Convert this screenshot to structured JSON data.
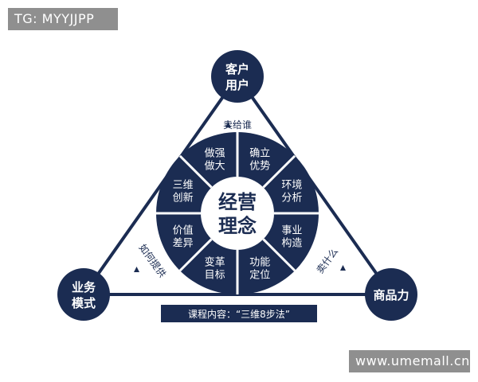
{
  "watermark_top": "TG: MYYJJPP",
  "watermark_bottom": "www.umemall.cn",
  "colors": {
    "navy": "#1b2c52",
    "white": "#ffffff"
  },
  "corners": {
    "top": [
      "客户",
      "用户"
    ],
    "left": [
      "业务",
      "模式"
    ],
    "right": [
      "商品力"
    ]
  },
  "edge_labels": {
    "left_top": "卖给谁",
    "left": "如何提供",
    "right": "卖什么"
  },
  "center": [
    "经营",
    "理念"
  ],
  "segments": [
    [
      "确立",
      "优势"
    ],
    [
      "环境",
      "分析"
    ],
    [
      "事业",
      "构造"
    ],
    [
      "功能",
      "定位"
    ],
    [
      "变革",
      "目标"
    ],
    [
      "价值",
      "差异"
    ],
    [
      "三维",
      "创新"
    ],
    [
      "做强",
      "做大"
    ]
  ],
  "course_banner": "课程内容：“三维8步法”"
}
